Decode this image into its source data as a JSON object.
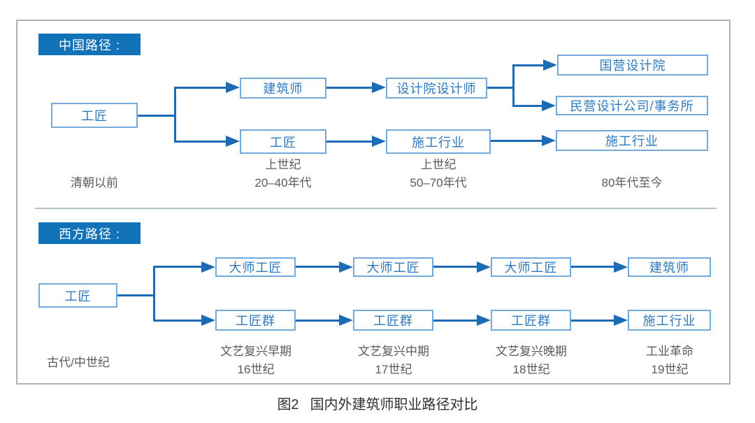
{
  "colors": {
    "primary": "#1172b8",
    "arrow": "#1b6cb5",
    "nodeBorder": "#74aadb",
    "nodeText": "#2e79bd",
    "labelText": "#5a5a5a",
    "captionText": "#303030",
    "frameBorder": "#b2b2b2",
    "divider": "#b5c4d0"
  },
  "china": {
    "header": "中国路径 :",
    "nodes": {
      "root": "工匠",
      "architect": "建筑师",
      "institute_designer": "设计院设计师",
      "state_institute": "国营设计院",
      "private_firm": "民营设计公司/事务所",
      "craftsman": "工匠",
      "construction": "施工行业",
      "construction_now": "施工行业"
    },
    "timeline": [
      {
        "line1": "清朝以前"
      },
      {
        "line1": "上世纪",
        "line2": "20–40年代"
      },
      {
        "line1": "上世纪",
        "line2": "50–70年代"
      },
      {
        "line1": "80年代至今"
      }
    ]
  },
  "west": {
    "header": "西方路径 :",
    "nodes": {
      "root": "工匠",
      "master1": "大师工匠",
      "master2": "大师工匠",
      "master3": "大师工匠",
      "architect": "建筑师",
      "group1": "工匠群",
      "group2": "工匠群",
      "group3": "工匠群",
      "construction": "施工行业"
    },
    "timeline": [
      {
        "line1": "古代/中世纪"
      },
      {
        "line1": "文艺复兴早期",
        "line2": "16世纪"
      },
      {
        "line1": "文艺复兴中期",
        "line2": "17世纪"
      },
      {
        "line1": "文艺复兴晚期",
        "line2": "18世纪"
      },
      {
        "line1": "工业革命",
        "line2": "19世纪"
      }
    ]
  },
  "caption": {
    "prefix": "图2",
    "text": "国内外建筑师职业路径对比"
  }
}
